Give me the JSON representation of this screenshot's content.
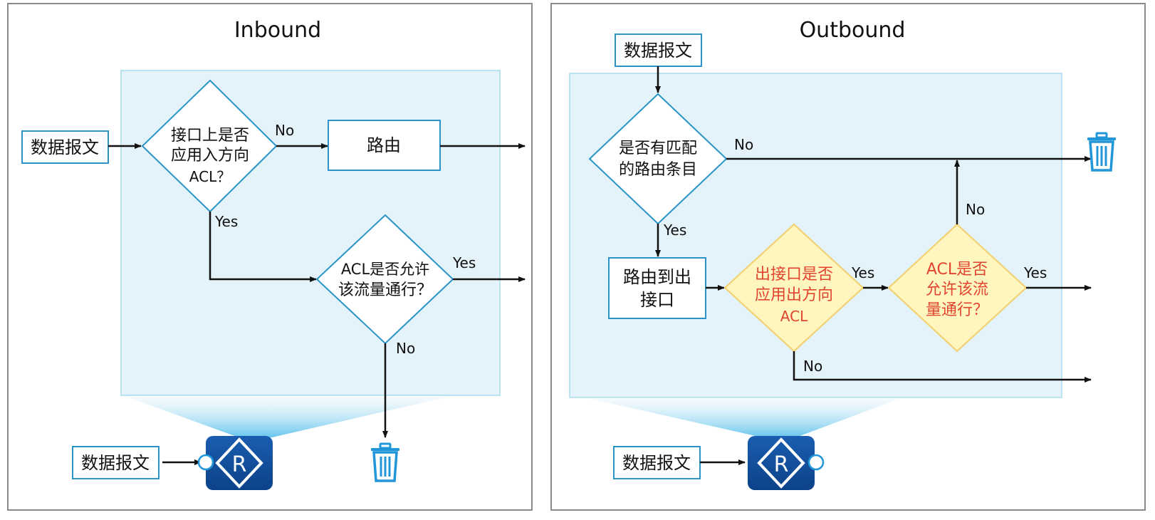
{
  "panels": {
    "inbound": {
      "title": "Inbound",
      "packet_label": "数据报文",
      "router_packet_label": "数据报文",
      "router_letter": "R",
      "q1_lines": [
        "接口上是否",
        "应用入方向",
        "ACL？"
      ],
      "routing_label": "路由",
      "q2_lines": [
        "ACL是否允许",
        "该流量通行？"
      ],
      "no_label_1": "No",
      "yes_label_1": "Yes",
      "yes_label_2": "Yes",
      "no_label_2": "No",
      "trash_icon": "trash-icon"
    },
    "outbound": {
      "title": "Outbound",
      "packet_label": "数据报文",
      "router_packet_label": "数据报文",
      "router_letter": "R",
      "q1_lines": [
        "是否有匹配",
        "的路由条目"
      ],
      "route_out_lines": [
        "路由到出",
        "接口"
      ],
      "q2_lines": [
        "出接口是否",
        "应用出方向",
        "ACL"
      ],
      "q3_lines": [
        "ACL是否",
        "允许该流",
        "量通行？"
      ],
      "no_label_1": "No",
      "yes_label_1": "Yes",
      "yes_label_2": "Yes",
      "no_label_2": "No",
      "no_label_3": "No",
      "yes_label_3": "Yes",
      "trash_icon": "trash-icon"
    }
  },
  "colors": {
    "box_border": "#2a94c8",
    "region_fill": "#e4f3f9",
    "decision_yellow_fill": "#fff5bf",
    "decision_yellow_border": "#f2cf6b",
    "highlight_text": "#e2452f",
    "router_blue": "#0f4f9c",
    "trash_blue": "#2196d8"
  }
}
